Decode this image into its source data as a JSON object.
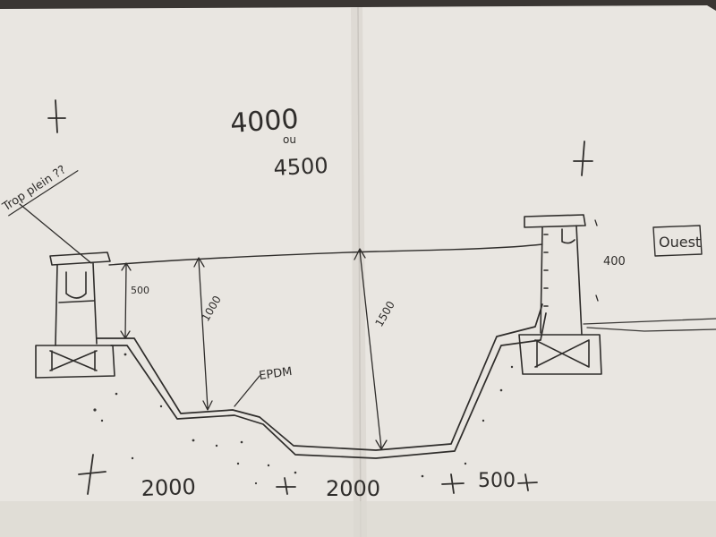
{
  "notebook": {
    "paper_color": "#e9e6e1",
    "shadow_color": "#c9c5bf",
    "ink_color": "#2f2d2b",
    "background_color": "#3a3633"
  },
  "sketch": {
    "top_width": "4000",
    "top_width_or": "ou",
    "top_width_alt": "4500",
    "comment": "Trop plein ??",
    "left_wall_height": "500",
    "left_depth": "1000",
    "center_depth": "1500",
    "right_wall_height": "400",
    "liner": "EPDM",
    "orientation": "Ouest",
    "bottom_dims": [
      "2000",
      "2000",
      "500"
    ]
  }
}
